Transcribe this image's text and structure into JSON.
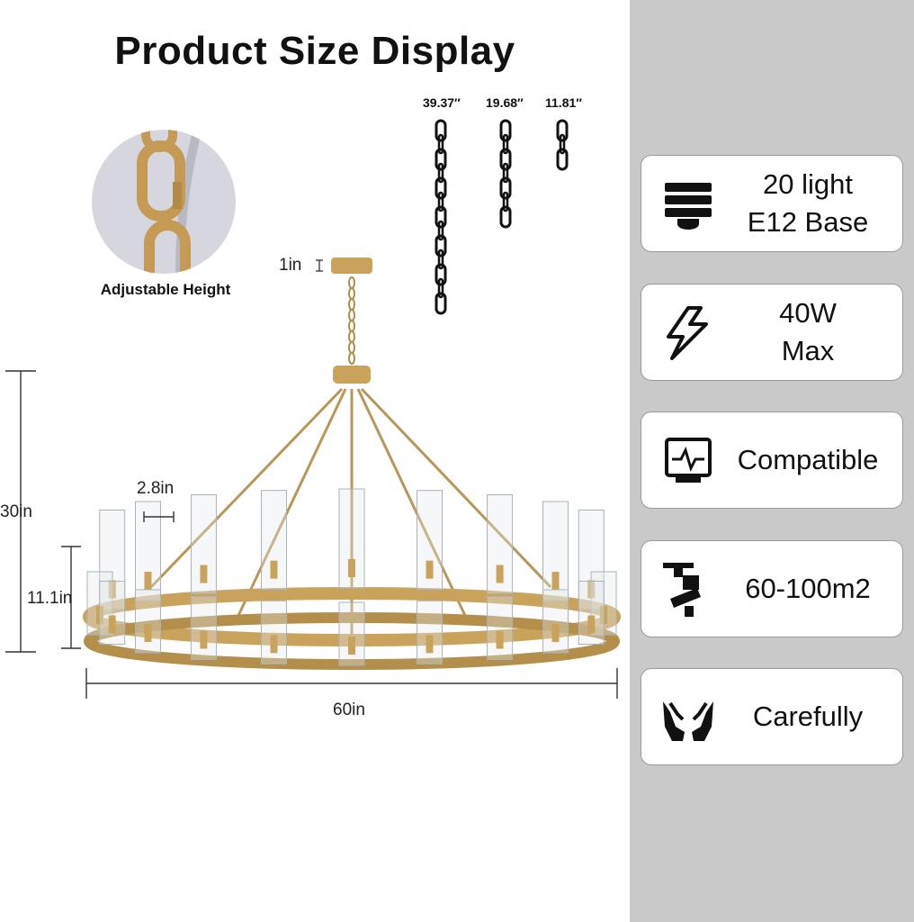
{
  "title": "Product Size Display",
  "adjustable_label": "Adjustable Height",
  "chains": [
    {
      "label": "39.37″",
      "links": 7
    },
    {
      "label": "19.68″",
      "links": 4
    },
    {
      "label": "11.81″",
      "links": 2
    }
  ],
  "dimensions": {
    "canopy": "1in",
    "total_height": "30in",
    "shade_width": "2.8in",
    "body_height": "11.1in",
    "diameter": "60in"
  },
  "features": [
    {
      "icon": "bulb-base-icon",
      "line1": "20 light",
      "line2": "E12 Base"
    },
    {
      "icon": "lightning-icon",
      "line1": "40W",
      "line2": "Max"
    },
    {
      "icon": "monitor-pulse-icon",
      "line1": "Compatible",
      "line2": ""
    },
    {
      "icon": "ceiling-mount-icon",
      "line1": "60-100m2",
      "line2": ""
    },
    {
      "icon": "hands-care-icon",
      "line1": "Carefully",
      "line2": ""
    }
  ],
  "colors": {
    "gold": "#c9a35c",
    "panel": "#c9c9c9",
    "chain": "#111111"
  }
}
